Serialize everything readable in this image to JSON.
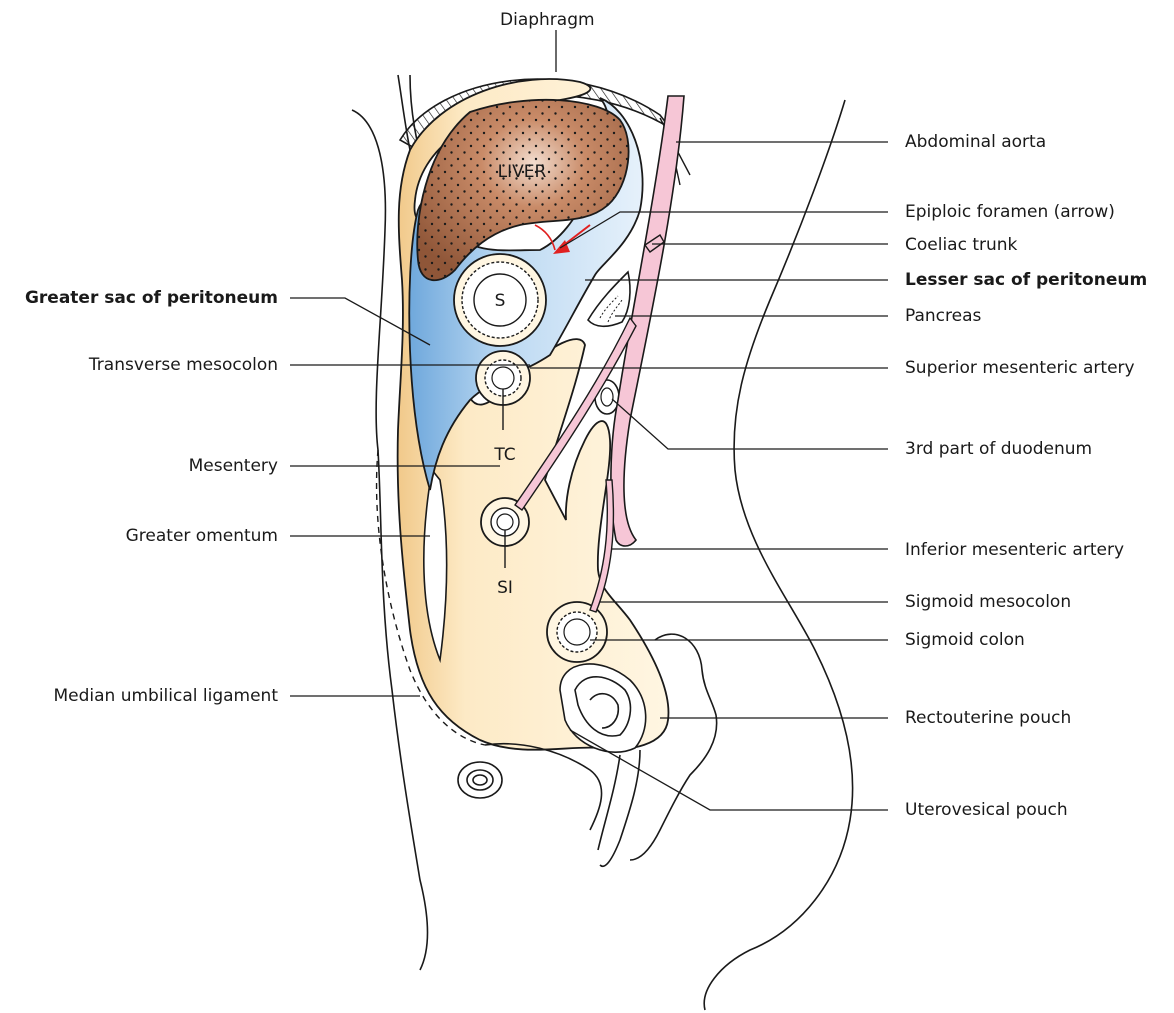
{
  "labels": {
    "diaphragm": "Diaphragm",
    "abdominal_aorta": "Abdominal aorta",
    "epiploic_foramen": "Epiploic foramen (arrow)",
    "coeliac_trunk": "Coeliac trunk",
    "lesser_sac": "Lesser sac of peritoneum",
    "pancreas": "Pancreas",
    "superior_mesenteric_artery": "Superior mesenteric artery",
    "third_part_duodenum": "3rd part of duodenum",
    "inferior_mesenteric_artery": "Inferior mesenteric artery",
    "sigmoid_mesocolon": "Sigmoid mesocolon",
    "sigmoid_colon": "Sigmoid colon",
    "rectouterine_pouch": "Rectouterine pouch",
    "uterovesical_pouch": "Uterovesical pouch",
    "greater_sac": "Greater sac of peritoneum",
    "transverse_mesocolon": "Transverse mesocolon",
    "mesentery": "Mesentery",
    "greater_omentum": "Greater omentum",
    "median_umbilical_ligament": "Median umbilical ligament"
  },
  "organs": {
    "liver": "LIVER",
    "stomach": "S",
    "transverse_colon": "TC",
    "small_intestine": "SI"
  },
  "colors": {
    "greater_sac_fill": "#fdebc4",
    "lesser_sac_fill": "#bcd9f2",
    "liver_fill": "#a66a4b",
    "aorta_fill": "#f6c6d6",
    "arrow": "#e02020",
    "outline": "#1a1a1a"
  }
}
